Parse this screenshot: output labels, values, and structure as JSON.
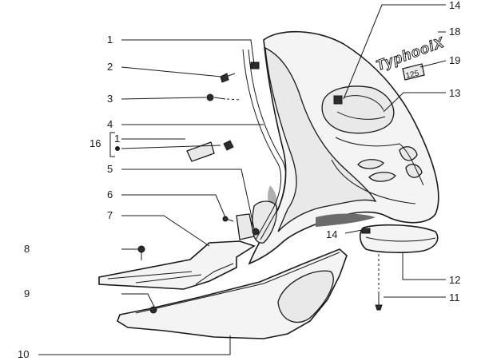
{
  "callouts": {
    "c1": "1",
    "c2": "2",
    "c3": "3",
    "c4": "4",
    "c5": "5",
    "c6": "6",
    "c7": "7",
    "c8": "8",
    "c9": "9",
    "c10": "10",
    "c11": "11",
    "c12": "12",
    "c13": "13",
    "c14a": "14",
    "c14b": "14",
    "c16": "16",
    "c16_sub": "1",
    "c18": "18",
    "c19": "19"
  },
  "decal_badge": "125",
  "decal_logo": "TyphooiX"
}
